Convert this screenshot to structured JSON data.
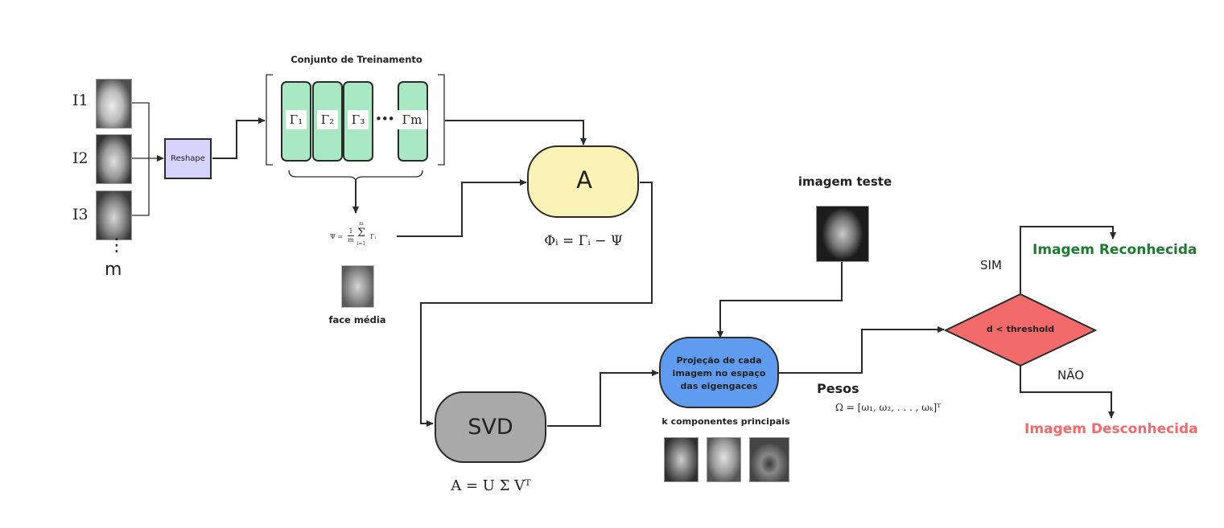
{
  "inputs": {
    "labels": [
      "I1",
      "I2",
      "I3"
    ],
    "vdots": "⋮",
    "m_label": "m"
  },
  "reshape": {
    "label": "Reshape"
  },
  "training_set": {
    "title": "Conjunto de Treinamento",
    "gammas": [
      "Γ₁",
      "Γ₂",
      "Γ₃",
      "Γm"
    ],
    "ellipsis": "•••"
  },
  "mean": {
    "formula": "Ψ = (1/m) Σ Γᵢ",
    "formula_parts": {
      "lhs": "Ψ =",
      "frac_num": "1",
      "frac_den": "m",
      "sum_top": "m",
      "sum": "Σ",
      "sum_bot": "i=1",
      "term": "Γᵢ"
    },
    "caption": "face média"
  },
  "matrix_a": {
    "label": "A",
    "formula": "Φᵢ = Γᵢ − Ψ"
  },
  "svd": {
    "label": "SVD",
    "formula": "A = U Σ Vᵀ"
  },
  "projection": {
    "label": "Projeção de cada imagem no espaço das eigengaces",
    "caption": "k componentes principais"
  },
  "test_image": {
    "title": "imagem teste"
  },
  "weights": {
    "label": "Pesos",
    "formula": "Ω = [ω₁, ω₂, . . . , ωₖ]ᵀ"
  },
  "decision": {
    "label": "d < threshold",
    "yes": "SIM",
    "no": "NÃO",
    "recognized": "Imagem Reconhecida",
    "unknown": "Imagem Desconhecida"
  },
  "colors": {
    "reshape_fill": "#d6d4fb",
    "gamma_fill": "#a8e9c3",
    "a_fill": "#fbf3b6",
    "svd_fill": "#a9a9a9",
    "projection_fill": "#5f9cef",
    "decision_fill": "#f26a6a",
    "recognized_text": "#1e7a33",
    "unknown_text": "#f26a6a"
  }
}
